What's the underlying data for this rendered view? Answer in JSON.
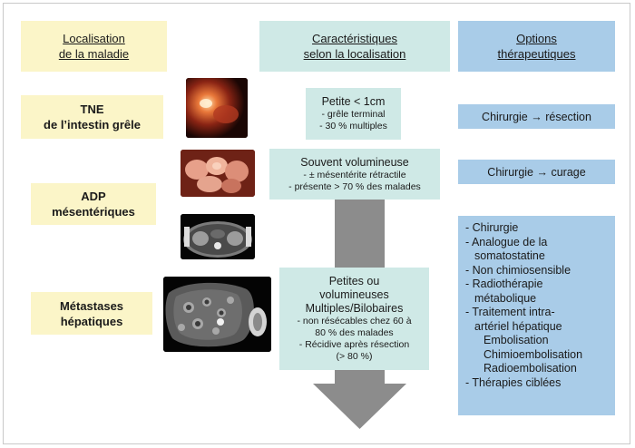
{
  "headers": {
    "localisation": [
      "Localisation",
      "de la maladie"
    ],
    "caracteristiques": [
      "Caractéristiques",
      "selon la localisation"
    ],
    "options": [
      "Options",
      "thérapeutiques"
    ]
  },
  "locations": {
    "tne": [
      "TNE",
      "de l’intestin grêle"
    ],
    "adp": [
      "ADP",
      "mésentériques"
    ],
    "metastases": [
      "Métastases",
      "hépatiques"
    ]
  },
  "characteristics": {
    "tne": {
      "title": "Petite < 1cm",
      "items": [
        "- grêle terminal",
        "- 30 % multiples"
      ]
    },
    "adp": {
      "title": "Souvent volumineuse",
      "items": [
        "- ± mésentérite rétractile",
        "- présente > 70 % des malades"
      ]
    },
    "metastases": {
      "title_lines": [
        "Petites ou",
        "volumineuses",
        "Multiples/Bilobaires"
      ],
      "items": [
        "- non résécables chez 60 à",
        "80 % des malades",
        "- Récidive après résection",
        "(> 80 %)"
      ]
    }
  },
  "options": {
    "tne": "Chirurgie → résection",
    "adp": "Chirurgie → curage",
    "metastases": [
      "- Chirurgie",
      "- Analogue de la",
      "somatostatine",
      "- Non chimiosensible",
      "- Radiothérapie",
      "métabolique",
      "- Traitement intra-",
      "artériel hépatique",
      "Embolisation",
      "Chimioembolisation",
      "Radioembolisation",
      "- Thérapies ciblées"
    ]
  },
  "colors": {
    "yellow": "#fbf5c8",
    "teal": "#cfe9e6",
    "blue": "#a9cce8",
    "arrow": "#8c8c8c"
  },
  "images": [
    "endoscopy-image",
    "surgical-specimen-image",
    "ct-scan-image",
    "liver-mri-image"
  ]
}
